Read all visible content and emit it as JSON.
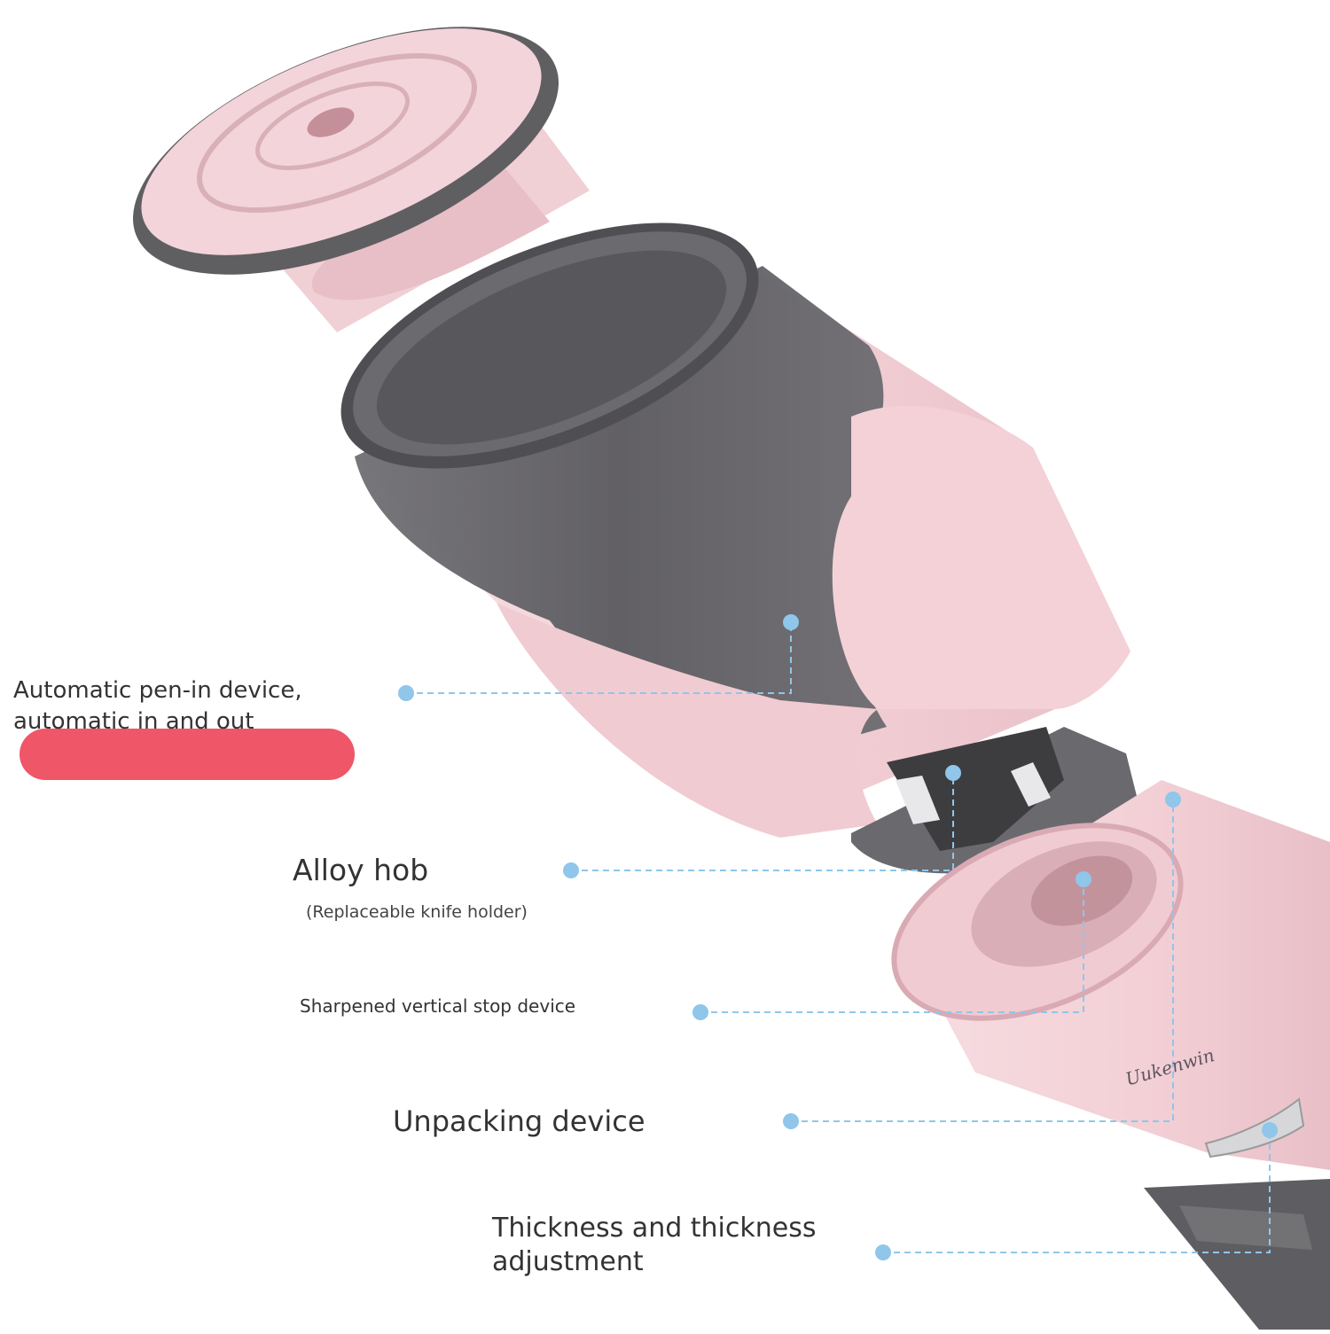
{
  "labels": {
    "automatic": "Automatic pen-in device, automatic in and out",
    "alloy_hob": "Alloy hob",
    "alloy_hob_sub": "(Replaceable knife holder)",
    "stop_device": "Sharpened vertical stop device",
    "unpacking": "Unpacking device",
    "thickness": "Thickness and thickness adjustment"
  },
  "logo_text": "Uukenwin",
  "colors": {
    "body_pink": "#f3d3d8",
    "dark_gray": "#5b5b5e",
    "callout_blue": "#8fc6ea",
    "highlight_red": "#ef5668",
    "text": "#333333"
  }
}
